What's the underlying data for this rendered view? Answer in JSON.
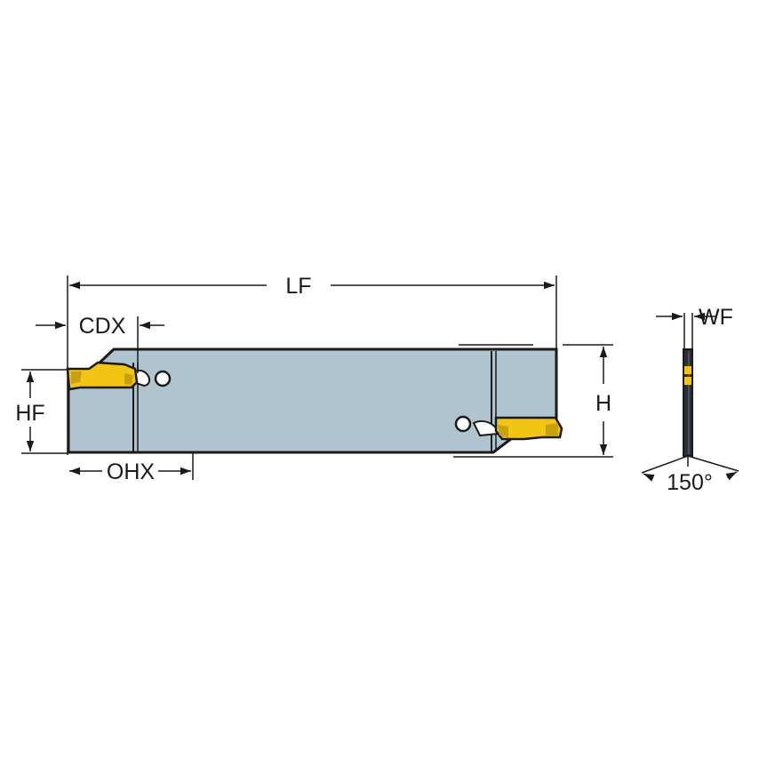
{
  "diagram": {
    "type": "technical-drawing",
    "subject": "parting and grooving blade with two inserts",
    "colors": {
      "blade_fill": "#B0C4D0",
      "outline": "#1a1a1a",
      "insert_fill": "#F2C414",
      "insert_shadow": "#C9A00E",
      "background": "#FFFFFF"
    },
    "dimensions": {
      "lf": "LF",
      "cdx": "CDX",
      "hf": "HF",
      "ohx": "OHX",
      "h": "H",
      "wf": "WF",
      "angle": "150°"
    }
  }
}
